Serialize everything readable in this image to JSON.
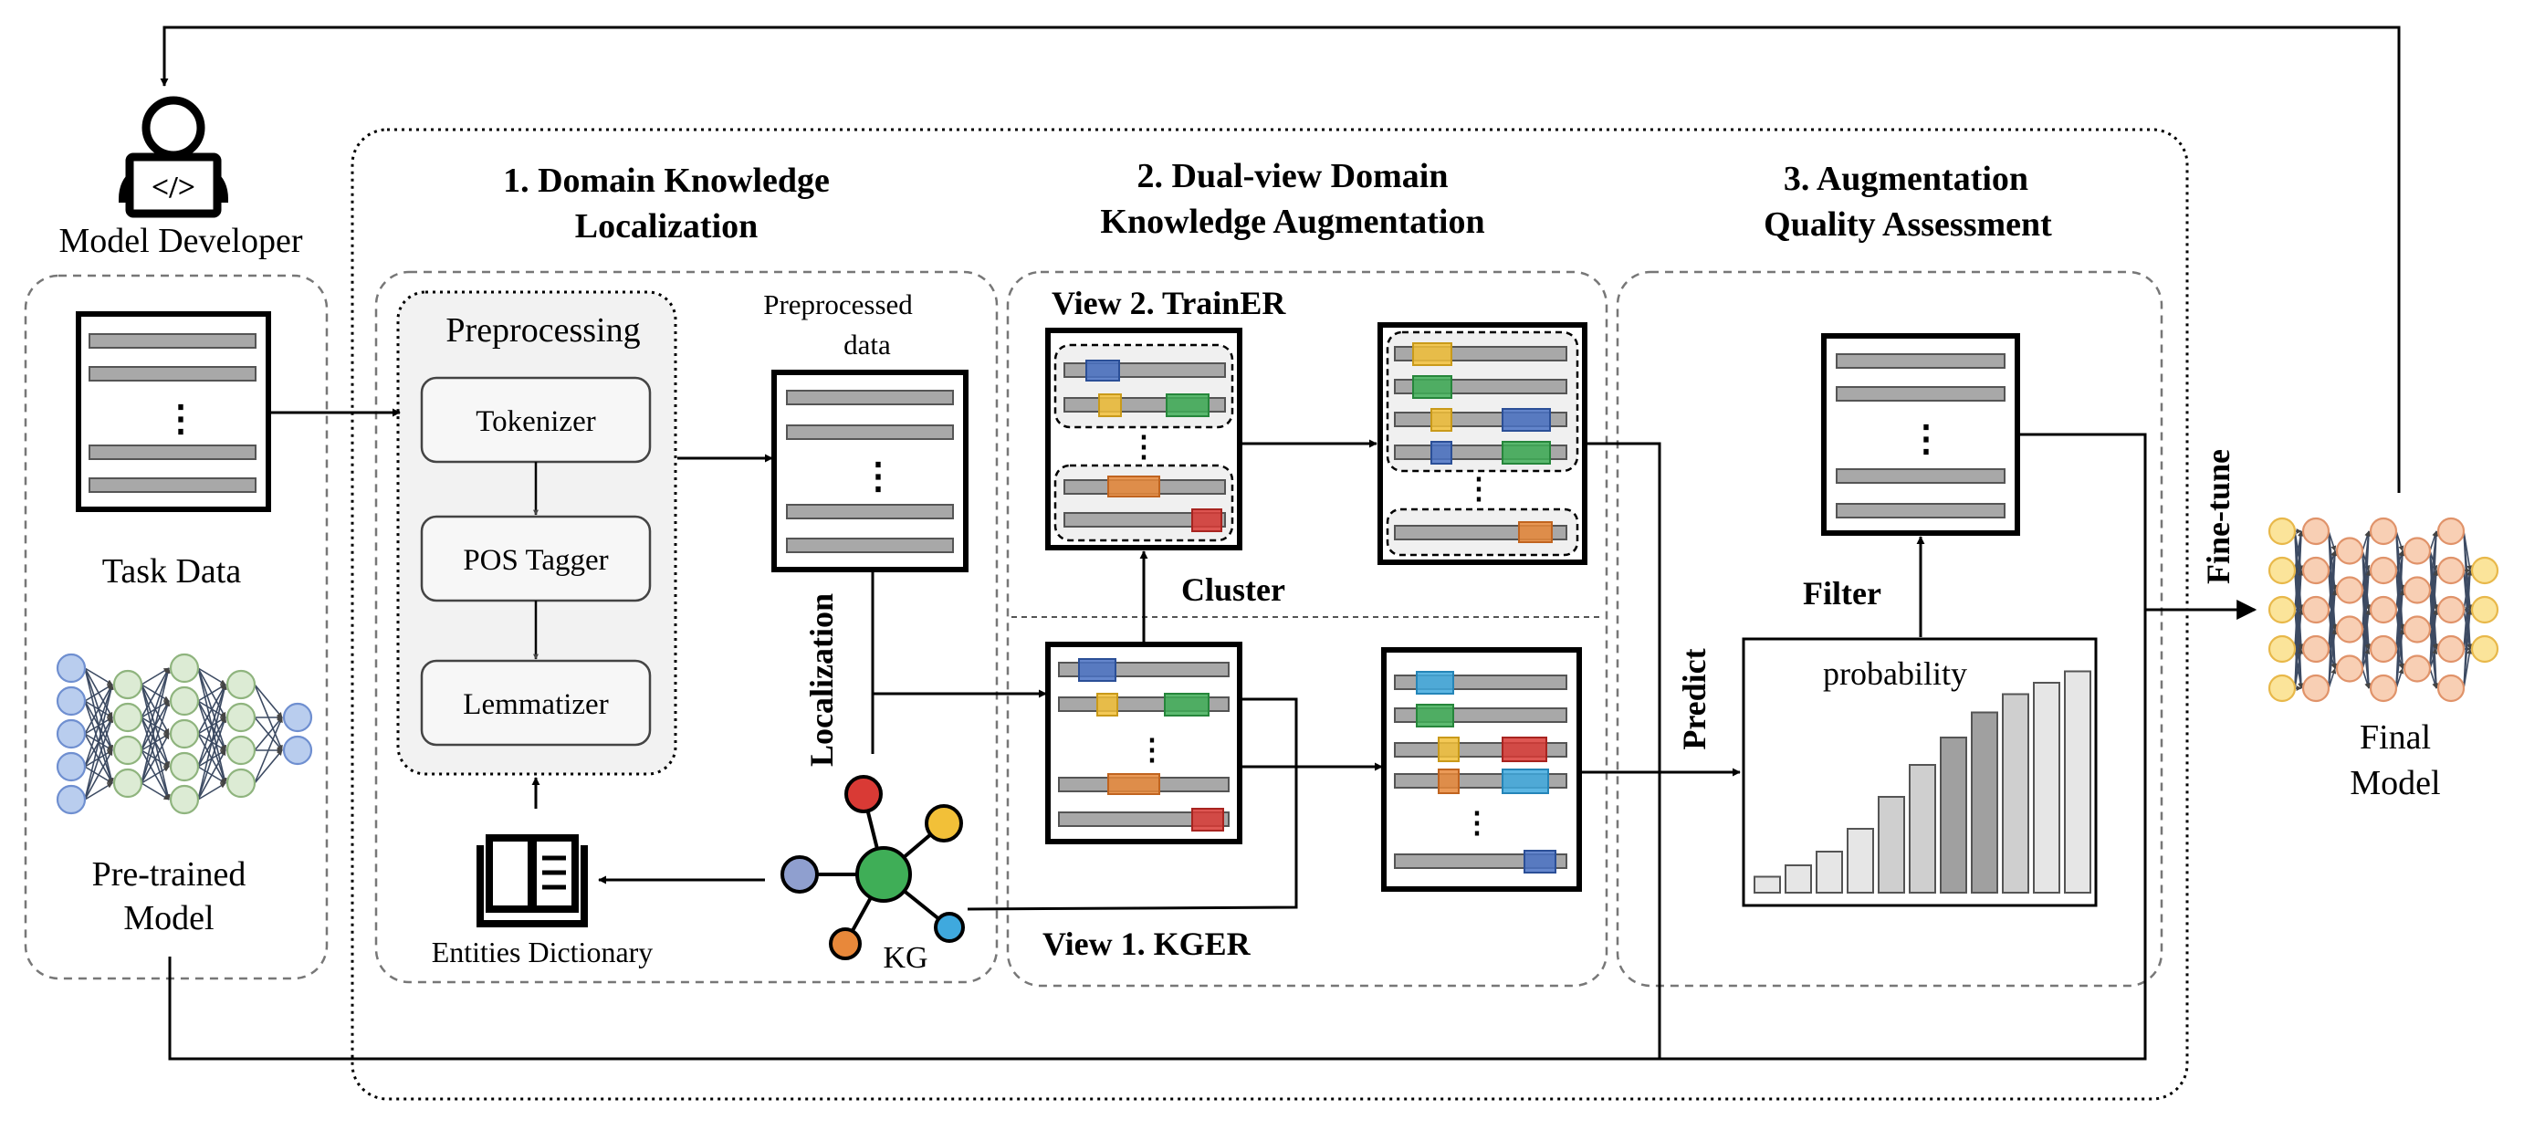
{
  "actor": {
    "label": "Model Developer"
  },
  "task": {
    "label": "Task Data"
  },
  "pretrained": {
    "label_line1": "Pre-trained",
    "label_line2": "Model"
  },
  "stage1": {
    "title_line1": "1. Domain Knowledge",
    "title_line2": "Localization",
    "preprocessing_title": "Preprocessing",
    "steps": [
      "Tokenizer",
      "POS Tagger",
      "Lemmatizer"
    ],
    "preprocessed_line1": "Preprocessed",
    "preprocessed_line2": "data",
    "localization": "Localization",
    "dictionary": "Entities Dictionary",
    "kg": "KG"
  },
  "stage2": {
    "title_line1": "2. Dual-view Domain",
    "title_line2": "Knowledge Augmentation",
    "view2": "View 2. TrainER",
    "view1": "View 1. KGER",
    "cluster": "Cluster"
  },
  "stage3": {
    "title_line1": "3. Augmentation",
    "title_line2": "Quality Assessment",
    "filter": "Filter",
    "probability": "probability",
    "predict": "Predict",
    "probability_bars": [
      0.07,
      0.12,
      0.18,
      0.28,
      0.42,
      0.56,
      0.68,
      0.79,
      0.87,
      0.92,
      0.97
    ]
  },
  "finetune": "Fine-tune",
  "final": {
    "label_line1": "Final",
    "label_line2": "Model"
  },
  "colors": {
    "blue": "#4a72c4",
    "yellow": "#f2c038",
    "green": "#3fae57",
    "orange": "#e8883a",
    "red": "#d93a35",
    "cyan": "#3fa9de",
    "bar": "#a8a8a8",
    "nn_blue": "#b9cdee",
    "nn_green": "#dcebd4",
    "nn_yellow": "#fbe49a",
    "nn_orange": "#f8cfb4"
  }
}
